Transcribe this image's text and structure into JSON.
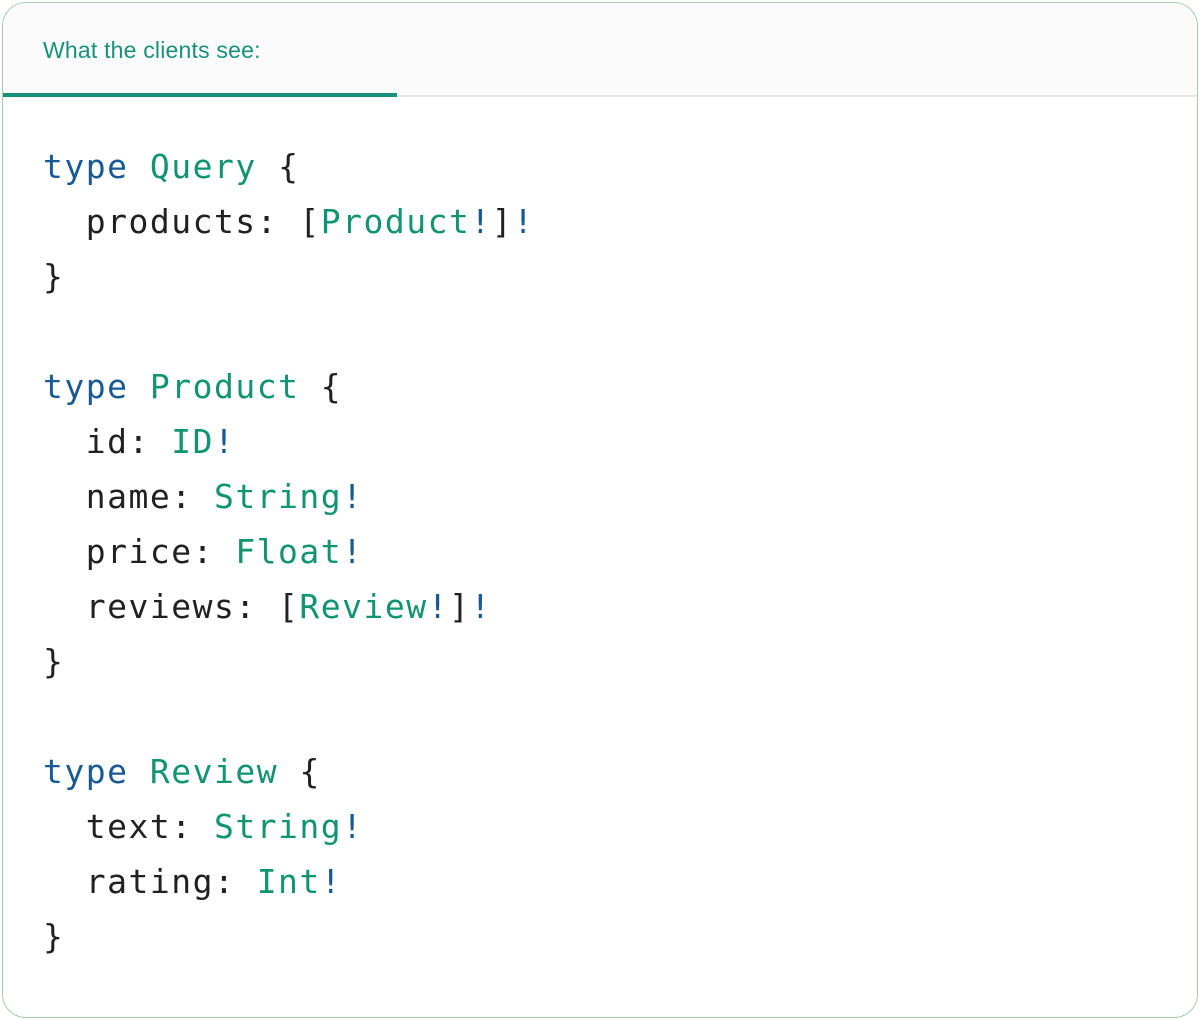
{
  "panel": {
    "tab_label": "What the clients see:"
  },
  "colors": {
    "keyword_blue": "#175a96",
    "type_teal": "#109473",
    "plain_dark": "#212121",
    "tab_teal": "#17917a",
    "border_green": "#a5cdaa",
    "divider_gray": "#e7e7e7",
    "header_bg": "#fbfbfb"
  },
  "code": {
    "language": "graphql",
    "lines": [
      [
        {
          "t": "type",
          "c": "kw"
        },
        {
          "t": " ",
          "c": "pl"
        },
        {
          "t": "Query",
          "c": "ty"
        },
        {
          "t": " {",
          "c": "pl"
        }
      ],
      [
        {
          "t": "  products: [",
          "c": "pl"
        },
        {
          "t": "Product",
          "c": "ty"
        },
        {
          "t": "!",
          "c": "kw"
        },
        {
          "t": "]",
          "c": "pl"
        },
        {
          "t": "!",
          "c": "kw"
        }
      ],
      [
        {
          "t": "}",
          "c": "pl"
        }
      ],
      [],
      [
        {
          "t": "type",
          "c": "kw"
        },
        {
          "t": " ",
          "c": "pl"
        },
        {
          "t": "Product",
          "c": "ty"
        },
        {
          "t": " {",
          "c": "pl"
        }
      ],
      [
        {
          "t": "  id: ",
          "c": "pl"
        },
        {
          "t": "ID",
          "c": "ty"
        },
        {
          "t": "!",
          "c": "kw"
        }
      ],
      [
        {
          "t": "  name: ",
          "c": "pl"
        },
        {
          "t": "String",
          "c": "ty"
        },
        {
          "t": "!",
          "c": "kw"
        }
      ],
      [
        {
          "t": "  price: ",
          "c": "pl"
        },
        {
          "t": "Float",
          "c": "ty"
        },
        {
          "t": "!",
          "c": "kw"
        }
      ],
      [
        {
          "t": "  reviews: [",
          "c": "pl"
        },
        {
          "t": "Review",
          "c": "ty"
        },
        {
          "t": "!",
          "c": "kw"
        },
        {
          "t": "]",
          "c": "pl"
        },
        {
          "t": "!",
          "c": "kw"
        }
      ],
      [
        {
          "t": "}",
          "c": "pl"
        }
      ],
      [],
      [
        {
          "t": "type",
          "c": "kw"
        },
        {
          "t": " ",
          "c": "pl"
        },
        {
          "t": "Review",
          "c": "ty"
        },
        {
          "t": " {",
          "c": "pl"
        }
      ],
      [
        {
          "t": "  text: ",
          "c": "pl"
        },
        {
          "t": "String",
          "c": "ty"
        },
        {
          "t": "!",
          "c": "kw"
        }
      ],
      [
        {
          "t": "  rating: ",
          "c": "pl"
        },
        {
          "t": "Int",
          "c": "ty"
        },
        {
          "t": "!",
          "c": "kw"
        }
      ],
      [
        {
          "t": "}",
          "c": "pl"
        }
      ]
    ]
  }
}
